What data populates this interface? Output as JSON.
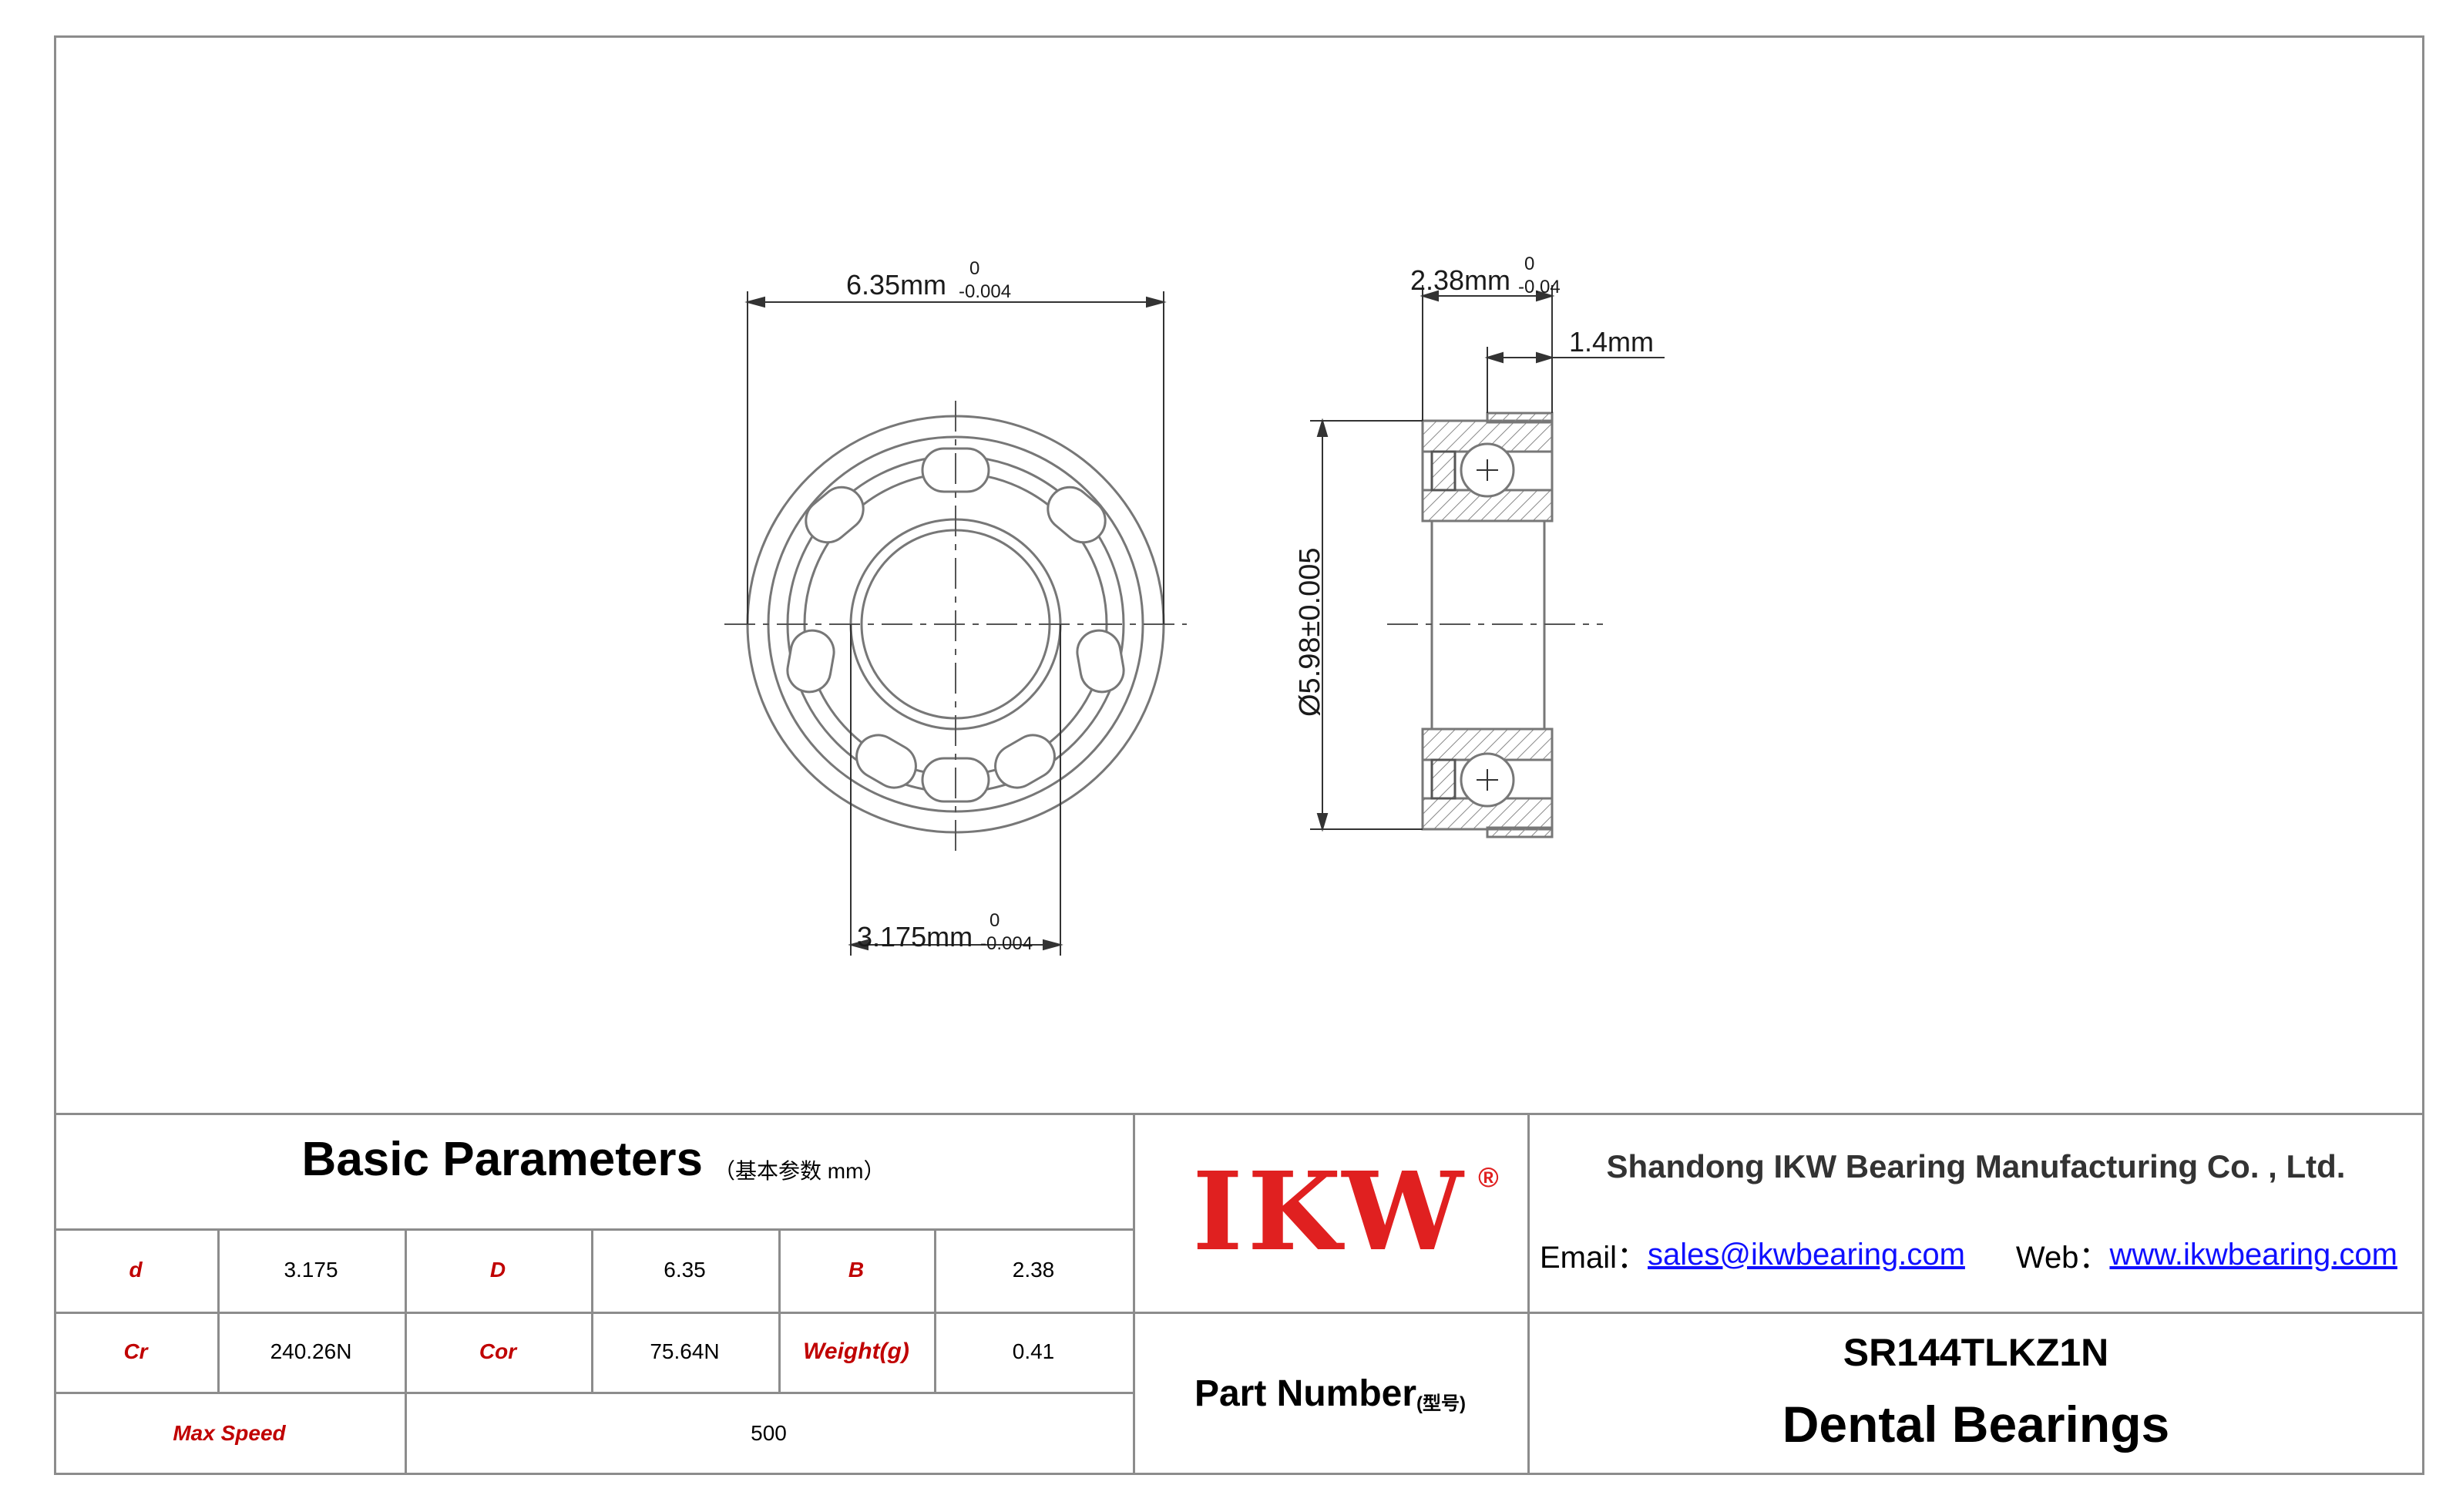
{
  "drawing": {
    "outer_diameter_label": "6.35mm",
    "outer_diameter_tol_upper": "0",
    "outer_diameter_tol_lower": "-0.004",
    "width_label": "2.38mm",
    "width_tol_upper": "0",
    "width_tol_lower": "-0.04",
    "flange_width_label": "1.4mm",
    "flange_diameter_label": "Ø5.98±0.005",
    "bore_label": "3.175mm",
    "bore_tol_upper": "0",
    "bore_tol_lower": "-0.004"
  },
  "params": {
    "title": "Basic Parameters",
    "subtitle": "（基本参数 mm）",
    "d_label": "d",
    "d_value": "3.175",
    "D_label": "D",
    "D_value": "6.35",
    "B_label": "B",
    "B_value": "2.38",
    "Cr_label": "Cr",
    "Cr_value": "240.26N",
    "Cor_label": "Cor",
    "Cor_value": "75.64N",
    "weight_label": "Weight(g)",
    "weight_value": "0.41",
    "speed_label": "Max Speed",
    "speed_value": "500"
  },
  "logo": {
    "text": "IKW",
    "mark": "®"
  },
  "company": {
    "name": "Shandong IKW Bearing Manufacturing Co. , Ltd.",
    "email_label": "Email：",
    "email": "sales@ikwbearing.com",
    "web_label": "Web：",
    "web": "www.ikwbearing.com"
  },
  "part": {
    "label": "Part Number",
    "label_sub": "(型号)",
    "number": "SR144TLKZ1N",
    "type": "Dental Bearings"
  },
  "colors": {
    "border": "#8c8c8c",
    "label_red": "#c00000",
    "logo_red": "#e02020",
    "link_blue": "#1010ff"
  }
}
